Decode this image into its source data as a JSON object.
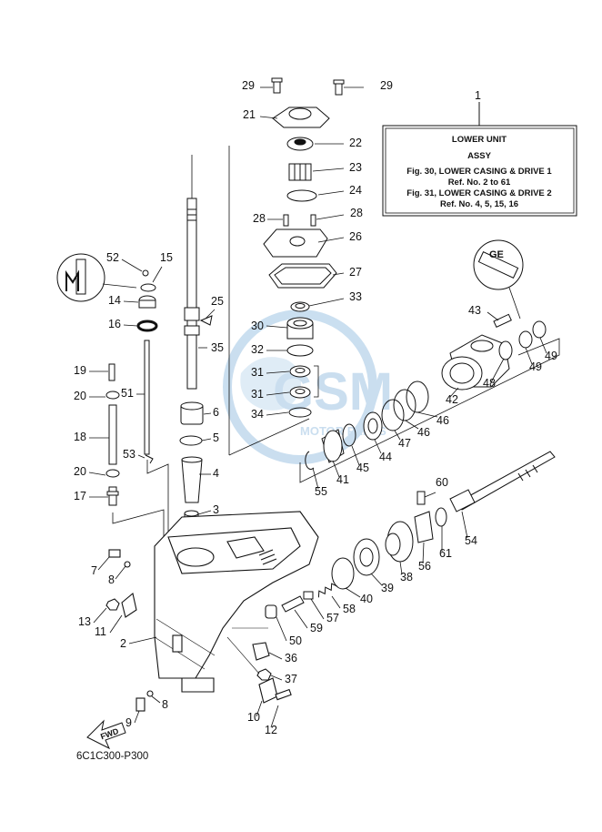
{
  "diagram_code": "6C1C300-P300",
  "assy_box": {
    "ref": "1",
    "title": "LOWER UNIT",
    "subtitle": "ASSY",
    "line1": "Fig. 30, LOWER CASING & DRIVE 1",
    "line2": "Ref. No. 2 to 61",
    "line3": "Fig. 31, LOWER CASING & DRIVE 2",
    "line4": "Ref. No. 4, 5, 15, 16"
  },
  "fwd_label": "FWD",
  "watermark": {
    "main": "GSM",
    "sub": "MOTOR PARTS"
  },
  "colors": {
    "line": "#111111",
    "watermark": "#9fc4e3",
    "fill": "#ffffff"
  },
  "part_numbers": [
    "2",
    "3",
    "4",
    "5",
    "6",
    "7",
    "8",
    "9",
    "10",
    "11",
    "12",
    "13",
    "14",
    "15",
    "16",
    "17",
    "18",
    "19",
    "20",
    "21",
    "22",
    "23",
    "24",
    "25",
    "26",
    "27",
    "28",
    "29",
    "30",
    "31",
    "32",
    "33",
    "34",
    "35",
    "36",
    "37",
    "38",
    "39",
    "40",
    "41",
    "42",
    "43",
    "44",
    "45",
    "46",
    "47",
    "48",
    "49",
    "50",
    "51",
    "52",
    "53",
    "54",
    "55",
    "56",
    "57",
    "58",
    "59",
    "60",
    "61"
  ]
}
